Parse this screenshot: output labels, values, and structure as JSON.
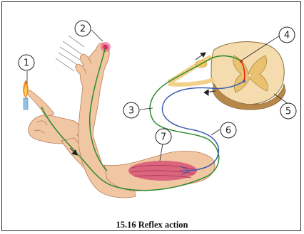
{
  "callouts": [
    {
      "id": "callout-1",
      "label": "1"
    },
    {
      "id": "callout-2",
      "label": "2"
    },
    {
      "id": "callout-3",
      "label": "3"
    },
    {
      "id": "callout-4",
      "label": "4"
    },
    {
      "id": "callout-5",
      "label": "5"
    },
    {
      "id": "callout-6",
      "label": "6"
    },
    {
      "id": "callout-7",
      "label": "7"
    }
  ],
  "caption": "15.16  Reflex action",
  "colors": {
    "skin": "#f1c6a2",
    "skin_shade": "#dca07c",
    "sensory_nerve": "#2e8b2e",
    "motor_nerve": "#3c5dab",
    "interneuron": "#e2231a",
    "muscle": "#d85a78",
    "spinal_white_matter": "#f4dcae",
    "spinal_grey_matter": "#e9c170",
    "spinal_outline": "#8a6a35",
    "flame": "#f08a1c"
  }
}
